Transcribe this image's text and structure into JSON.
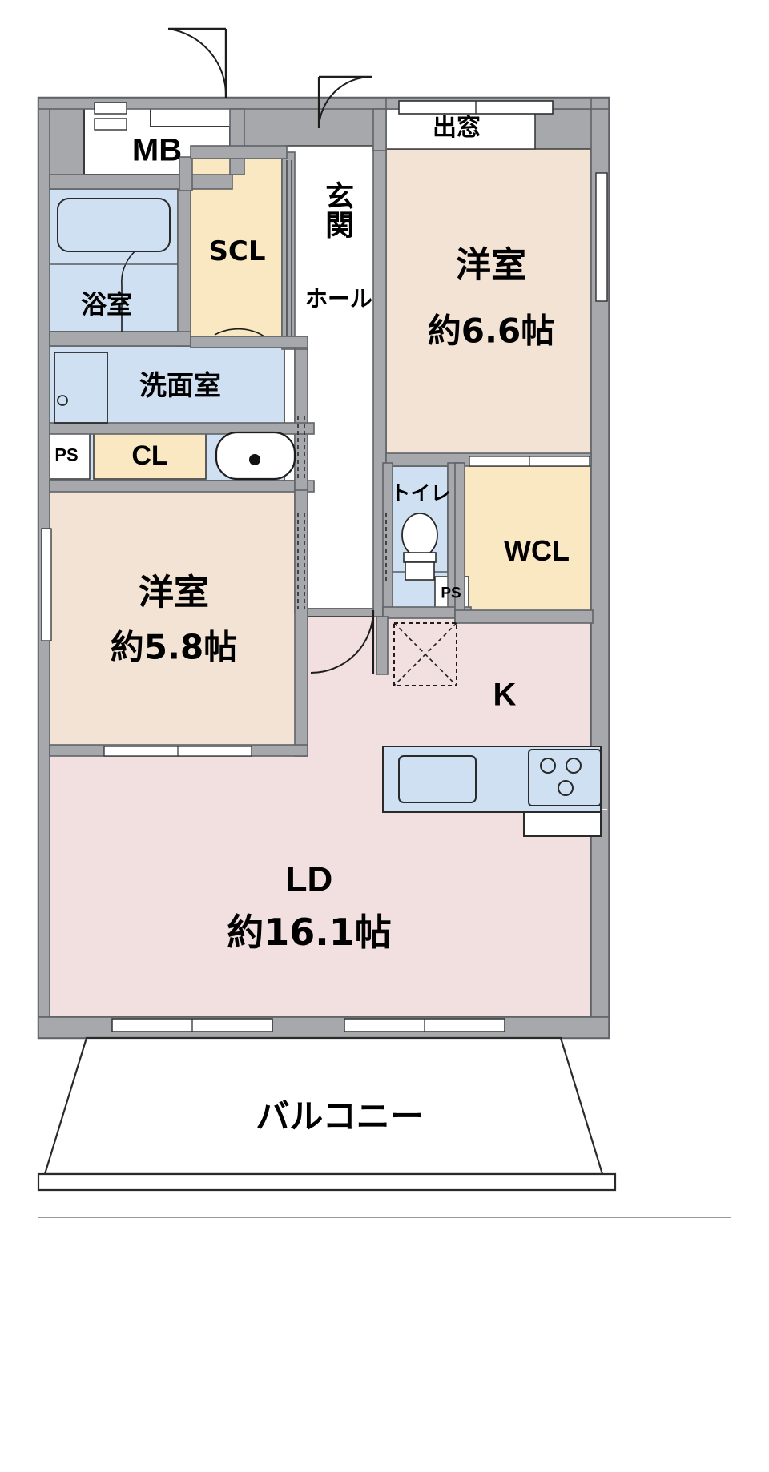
{
  "document": {
    "type": "floor-plan",
    "language": "ja",
    "title": "間取り図",
    "layout_code": "2LDK"
  },
  "palette": {
    "wall": "#a6a8ab",
    "wall_line": "#6f7276",
    "room_tatami": "#f2e3d5",
    "room_living": "#f2e0e1",
    "water_blue": "#cfe0f2",
    "closet_yellow": "#fae8c2",
    "white": "#ffffff",
    "ink": "#000000",
    "thin_line": "#4a4a4a"
  },
  "rooms": [
    {
      "key": "mb",
      "label": "MB",
      "size": "",
      "fill": "#ffffff"
    },
    {
      "key": "scl",
      "label": "SCL",
      "size": "",
      "fill": "#fae8c2"
    },
    {
      "key": "genkan",
      "label": "玄関",
      "size": "",
      "fill": "#ffffff"
    },
    {
      "key": "hall",
      "label": "ホール",
      "size": "",
      "fill": "#ffffff"
    },
    {
      "key": "yokushitsu",
      "label": "浴室",
      "size": "",
      "fill": "#cfe0f2"
    },
    {
      "key": "senmen",
      "label": "洗面室",
      "size": "",
      "fill": "#cfe0f2"
    },
    {
      "key": "cl",
      "label": "CL",
      "size": "",
      "fill": "#fae8c2"
    },
    {
      "key": "ps_left",
      "label": "PS",
      "size": "",
      "fill": "#ffffff"
    },
    {
      "key": "ps_mid",
      "label": "PS",
      "size": "",
      "fill": "#ffffff"
    },
    {
      "key": "toilet",
      "label": "トイレ",
      "size": "",
      "fill": "#cfe0f2"
    },
    {
      "key": "wcl",
      "label": "WCL",
      "size": "",
      "fill": "#fae8c2"
    },
    {
      "key": "demado",
      "label": "出窓",
      "size": "",
      "fill": "#ffffff"
    },
    {
      "key": "washitsu_n",
      "label": "洋室",
      "size": "約6.6帖",
      "fill": "#f2e3d5"
    },
    {
      "key": "washitsu_w",
      "label": "洋室",
      "size": "約5.8帖",
      "fill": "#f2e3d5"
    },
    {
      "key": "kitchen",
      "label": "K",
      "size": "",
      "fill": "#f2e0e1"
    },
    {
      "key": "ld",
      "label": "LD",
      "size": "約16.1帖",
      "fill": "#f2e0e1"
    },
    {
      "key": "balcony",
      "label": "バルコニー",
      "size": "",
      "fill": "#ffffff"
    }
  ],
  "labels": {
    "mb": "MB",
    "scl": "SCL",
    "genkan": "玄関",
    "hall": "ホール",
    "yokushitsu": "浴室",
    "senmen": "洗面室",
    "cl": "CL",
    "ps_left": "PS",
    "ps_mid": "PS",
    "toilet": "トイレ",
    "wcl": "WCL",
    "demado": "出窓",
    "youshitsu_north_name": "洋室",
    "youshitsu_north_size": "約6.6帖",
    "youshitsu_west_name": "洋室",
    "youshitsu_west_size": "約5.8帖",
    "kitchen": "K",
    "ld_name": "LD",
    "ld_size": "約16.1帖",
    "balcony": "バルコニー"
  },
  "fixtures": [
    {
      "name": "bathtub",
      "room": "浴室"
    },
    {
      "name": "washbasin",
      "room": "洗面室"
    },
    {
      "name": "washing-machine-pan",
      "room": "洗面室"
    },
    {
      "name": "toilet-bowl",
      "room": "トイレ"
    },
    {
      "name": "kitchen-sink",
      "room": "K"
    },
    {
      "name": "gas-stove",
      "room": "K"
    },
    {
      "name": "refrigerator-space",
      "room": "K"
    },
    {
      "name": "range-hood",
      "room": "K"
    },
    {
      "name": "bay-window",
      "room": "洋室 約6.6帖"
    },
    {
      "name": "entrance-door",
      "room": "玄関"
    }
  ]
}
